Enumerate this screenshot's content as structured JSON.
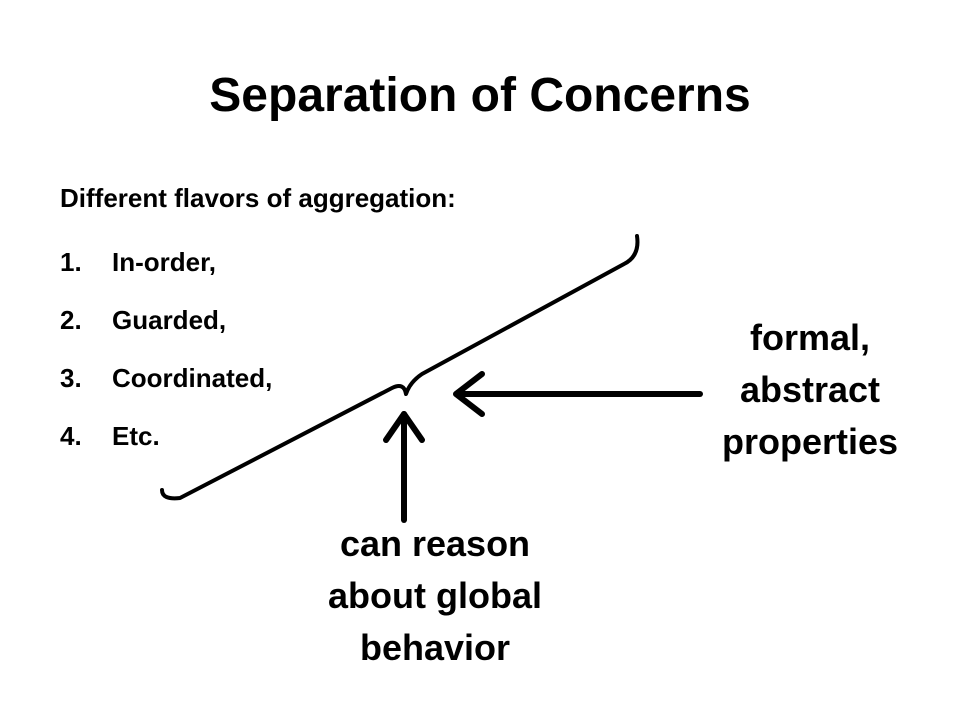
{
  "slide": {
    "title": "Separation of Concerns",
    "intro": "Different flavors of aggregation:",
    "steps": [
      {
        "num": "1.",
        "label": "In-order,"
      },
      {
        "num": "2.",
        "label": "Guarded,"
      },
      {
        "num": "3.",
        "label": "Coordinated,"
      },
      {
        "num": "4.",
        "label": "Etc."
      }
    ],
    "callout_right": {
      "line1": "formal,",
      "line2": "abstract",
      "line3": "properties"
    },
    "callout_bottom": {
      "line1": "can reason",
      "line2": "about global",
      "line3": "behavior"
    }
  },
  "colors": {
    "text": "#000000",
    "background": "#ffffff"
  },
  "icons": {
    "brace": "curly-brace-icon",
    "arrow_left": "arrow-left-icon",
    "arrow_up": "arrow-up-icon"
  }
}
